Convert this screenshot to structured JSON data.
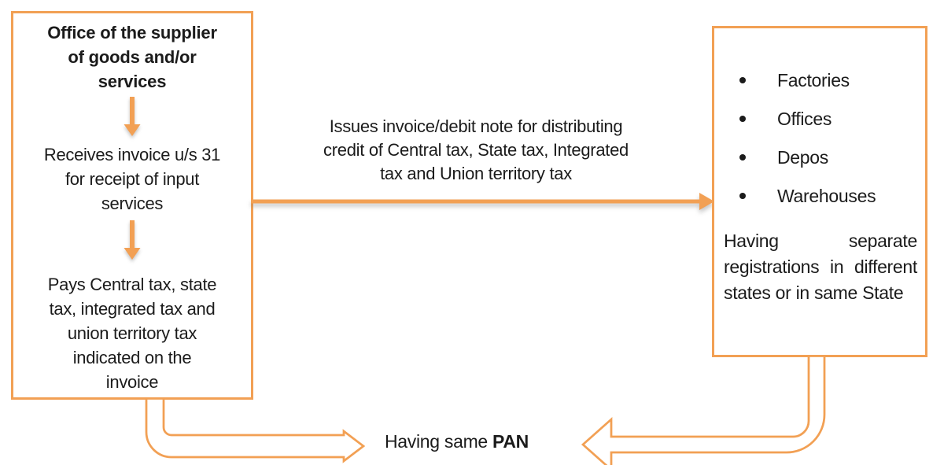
{
  "colors": {
    "accent": "#F2A054",
    "text": "#1b1b1b",
    "background": "#ffffff"
  },
  "left_box": {
    "title": "Office of the supplier of goods and/or services",
    "title_lines": [
      "Office of the supplier",
      "of goods and/or",
      "services"
    ],
    "step2": "Receives invoice u/s 31 for receipt of input services",
    "step2_lines": [
      "Receives invoice u/s 31",
      "for receipt of input",
      "services"
    ],
    "step3": "Pays Central tax, state tax, integrated tax and union territory tax indicated on the invoice",
    "step3_lines": [
      "Pays Central tax, state",
      "tax, integrated tax and",
      "union territory tax",
      "indicated on the",
      "invoice"
    ]
  },
  "middle": {
    "label": "Issues invoice/debit note for distributing credit of Central tax, State tax, Integrated tax and Union territory tax",
    "lines": [
      "Issues invoice/debit note for distributing",
      "credit of Central tax, State tax, Integrated",
      "tax and Union territory tax"
    ]
  },
  "right_box": {
    "bullets": [
      "Factories",
      "Offices",
      "Depos",
      "Warehouses"
    ],
    "note": "Having separate registrations in different states or in same State"
  },
  "footer": {
    "label_prefix": "Having same ",
    "label_bold": "PAN"
  },
  "icons": {
    "down_arrow": "solid orange arrow pointing down",
    "right_arrow": "solid orange arrow pointing right",
    "bent_arrow_right": "hollow elbow arrow from left box pointing right",
    "bent_arrow_left": "hollow elbow arrow from right box pointing left"
  }
}
